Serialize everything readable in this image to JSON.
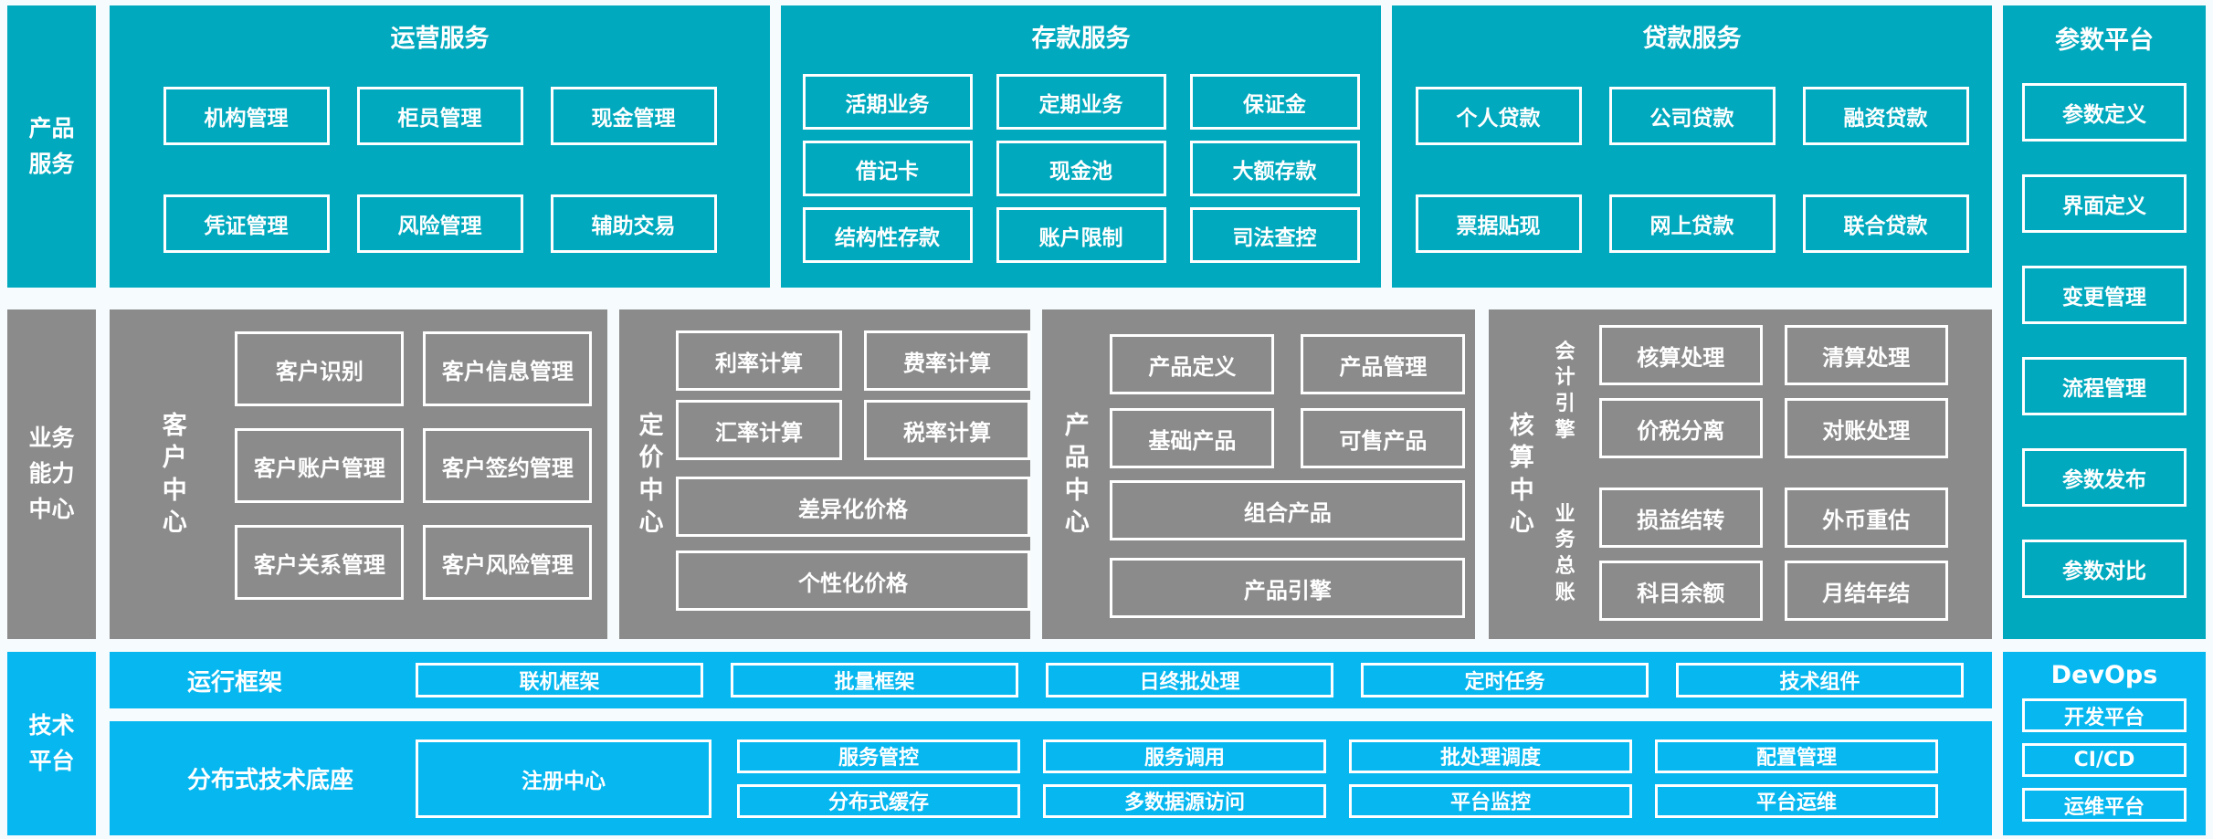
{
  "palette": {
    "teal": "#00a9be",
    "bright_blue": "#06b7f0",
    "gray": "#8b8b8b",
    "box_border": "#ffffff",
    "text": "#ffffff"
  },
  "left_rail": {
    "product": "产品服务",
    "capability": "业务能力中心",
    "tech": "技术平台"
  },
  "product_row": {
    "operations": {
      "title": "运营服务",
      "items": [
        "机构管理",
        "柜员管理",
        "现金管理",
        "凭证管理",
        "风险管理",
        "辅助交易"
      ]
    },
    "deposits": {
      "title": "存款服务",
      "items": [
        "活期业务",
        "定期业务",
        "保证金",
        "借记卡",
        "现金池",
        "大额存款",
        "结构性存款",
        "账户限制",
        "司法查控"
      ]
    },
    "loans": {
      "title": "贷款服务",
      "items": [
        "个人贷款",
        "公司贷款",
        "融资贷款",
        "票据贴现",
        "网上贷款",
        "联合贷款"
      ]
    }
  },
  "param_platform": {
    "title": "参数平台",
    "items": [
      "参数定义",
      "界面定义",
      "变更管理",
      "流程管理",
      "参数发布",
      "参数对比"
    ]
  },
  "capability_row": {
    "customer_center": {
      "label": "客户中心",
      "items": [
        "客户识别",
        "客户信息管理",
        "客户账户管理",
        "客户签约管理",
        "客户关系管理",
        "客户风险管理"
      ]
    },
    "pricing_center": {
      "label": "定价中心",
      "items": [
        "利率计算",
        "费率计算",
        "汇率计算",
        "税率计算"
      ],
      "wide": [
        "差异化价格",
        "个性化价格"
      ]
    },
    "product_center": {
      "label": "产品中心",
      "items": [
        "产品定义",
        "产品管理",
        "基础产品",
        "可售产品"
      ],
      "wide": [
        "组合产品",
        "产品引擎"
      ]
    },
    "accounting_center": {
      "label": "核算中心",
      "groups": [
        {
          "label": "会计引擎",
          "items": [
            "核算处理",
            "清算处理",
            "价税分离",
            "对账处理"
          ]
        },
        {
          "label": "业务总账",
          "items": [
            "损益结转",
            "外币重估",
            "科目余额",
            "月结年结"
          ]
        }
      ]
    }
  },
  "tech_row": {
    "runtime": {
      "label": "运行框架",
      "items": [
        "联机框架",
        "批量框架",
        "日终批处理",
        "定时任务",
        "技术组件"
      ]
    },
    "distributed": {
      "label": "分布式技术底座",
      "featured": "注册中心",
      "cols": [
        [
          "服务管控",
          "分布式缓存"
        ],
        [
          "服务调用",
          "多数据源访问"
        ],
        [
          "批处理调度",
          "平台监控"
        ],
        [
          "配置管理",
          "平台运维"
        ]
      ]
    },
    "devops": {
      "title": "DevOps",
      "items": [
        "开发平台",
        "CI/CD",
        "运维平台"
      ]
    }
  }
}
